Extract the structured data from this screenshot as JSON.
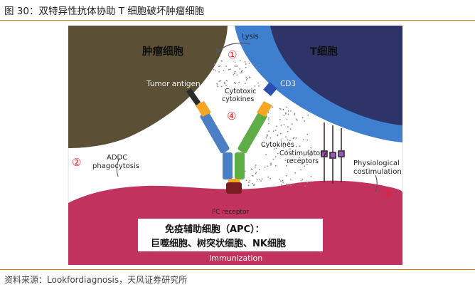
{
  "title": "图 30：双特异性抗体协助 T 细胞破坏肿瘤细胞",
  "source": "资料来源：Lookfordiagnosis，天风证券研究所",
  "diagram": {
    "tumor_cell": "肿瘤细胞",
    "t_cell": "T细胞",
    "tumor_antigen": "Tumor antigen",
    "cd3": "CD3",
    "lysis": "Lysis",
    "step1": "①",
    "step2": "②",
    "step3": "③",
    "step4": "④",
    "cytotoxic_line1": "Cytotoxic",
    "cytotoxic_line2": "cytokines",
    "cytokines": "Cytokines",
    "costim_line1": "Costimulatory",
    "costim_line2": "receptors",
    "adcc_line1": "ADDC",
    "adcc_line2": "phagocytosis",
    "physio_line1": "Physiological",
    "physio_line2": "costimulation",
    "fc_receptor": "FC receptor",
    "apc_line1": "免疫辅助细胞（APC）：",
    "apc_line2": "巨噬细胞、树突状细胞、NK细胞",
    "immunization": "Immunization"
  },
  "colors": {
    "rule": "#e07a1f",
    "tumor": "#5b5036",
    "tcell_outer": "#3f7fcf",
    "tcell_inner": "#2f3468",
    "apc": "#c2325e",
    "antibody_blue": "#4a7fc6",
    "antibody_green": "#5fae45",
    "step_red": "#e8242a"
  }
}
